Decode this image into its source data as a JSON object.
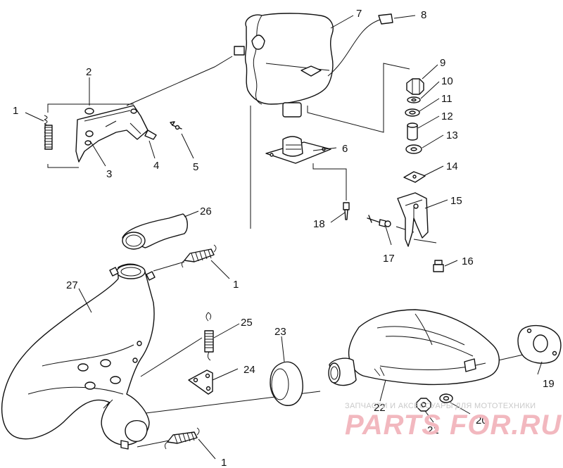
{
  "callouts": [
    {
      "id": "c1a",
      "text": "1"
    },
    {
      "id": "c2",
      "text": "2"
    },
    {
      "id": "c3",
      "text": "3"
    },
    {
      "id": "c4",
      "text": "4"
    },
    {
      "id": "c5",
      "text": "5"
    },
    {
      "id": "c6",
      "text": "6"
    },
    {
      "id": "c7",
      "text": "7"
    },
    {
      "id": "c8",
      "text": "8"
    },
    {
      "id": "c9",
      "text": "9"
    },
    {
      "id": "c10",
      "text": "10"
    },
    {
      "id": "c11",
      "text": "11"
    },
    {
      "id": "c12",
      "text": "12"
    },
    {
      "id": "c13",
      "text": "13"
    },
    {
      "id": "c14",
      "text": "14"
    },
    {
      "id": "c15",
      "text": "15"
    },
    {
      "id": "c16",
      "text": "16"
    },
    {
      "id": "c17",
      "text": "17"
    },
    {
      "id": "c18",
      "text": "18"
    },
    {
      "id": "c1b",
      "text": "1"
    },
    {
      "id": "c26",
      "text": "26"
    },
    {
      "id": "c27",
      "text": "27"
    },
    {
      "id": "c25",
      "text": "25"
    },
    {
      "id": "c23",
      "text": "23"
    },
    {
      "id": "c24",
      "text": "24"
    },
    {
      "id": "c22",
      "text": "22"
    },
    {
      "id": "c21",
      "text": "21"
    },
    {
      "id": "c20",
      "text": "20"
    },
    {
      "id": "c19",
      "text": "19"
    },
    {
      "id": "c1c",
      "text": "1"
    }
  ],
  "watermark": {
    "tagline": "ЗАПЧАСТИ И АКСЕССУАРЫ ДЛЯ МОТОТЕХНИКИ",
    "brand": "PARTS FOR.RU"
  }
}
